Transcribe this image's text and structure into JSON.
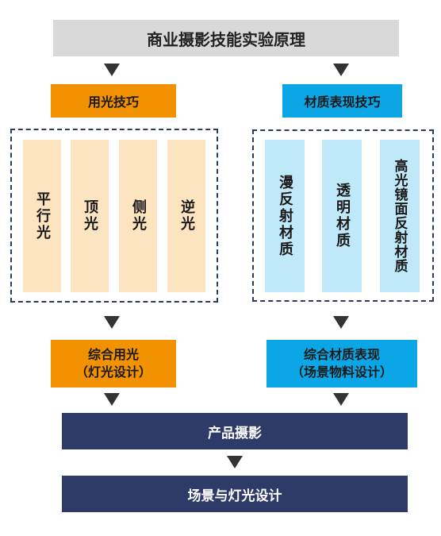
{
  "title": "商业摄影技能实验原理",
  "left": {
    "header": "用光技巧",
    "items": [
      "平行光",
      "顶光",
      "侧光",
      "逆光"
    ],
    "result": "综合用光\n（灯光设计）"
  },
  "right": {
    "header": "材质表现技巧",
    "items": [
      "漫反射材质",
      "透明材质",
      "高光镜面反射材质"
    ],
    "result": "综合材质表现\n（场景物料设计）"
  },
  "bottom": {
    "product": "产品摄影",
    "scene": "场景与灯光设计"
  },
  "colors": {
    "orange": "#f39200",
    "blue": "#0aa6e6",
    "navy": "#2e3a68",
    "peach": "#fde4c1",
    "sky": "#bfe8f8",
    "title_bg": "#d9d9d9"
  }
}
